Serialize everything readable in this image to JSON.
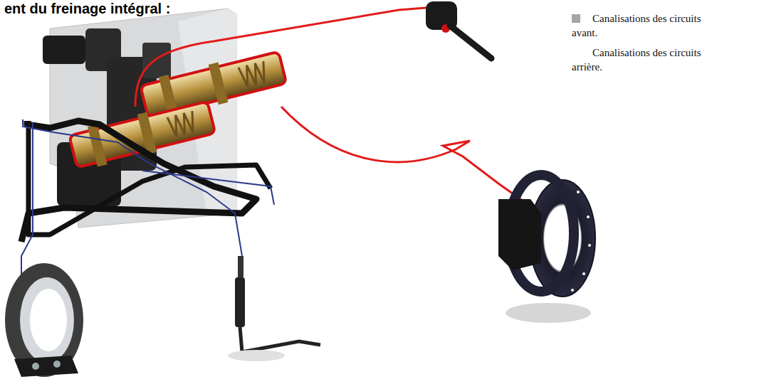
{
  "diagram": {
    "title": "ent du freinage intégral :",
    "legend": [
      {
        "text": "Canalisations des circuits avant.",
        "color": "#a6a6a6"
      },
      {
        "text": "Canalisations des circuits arrière."
      }
    ]
  }
}
